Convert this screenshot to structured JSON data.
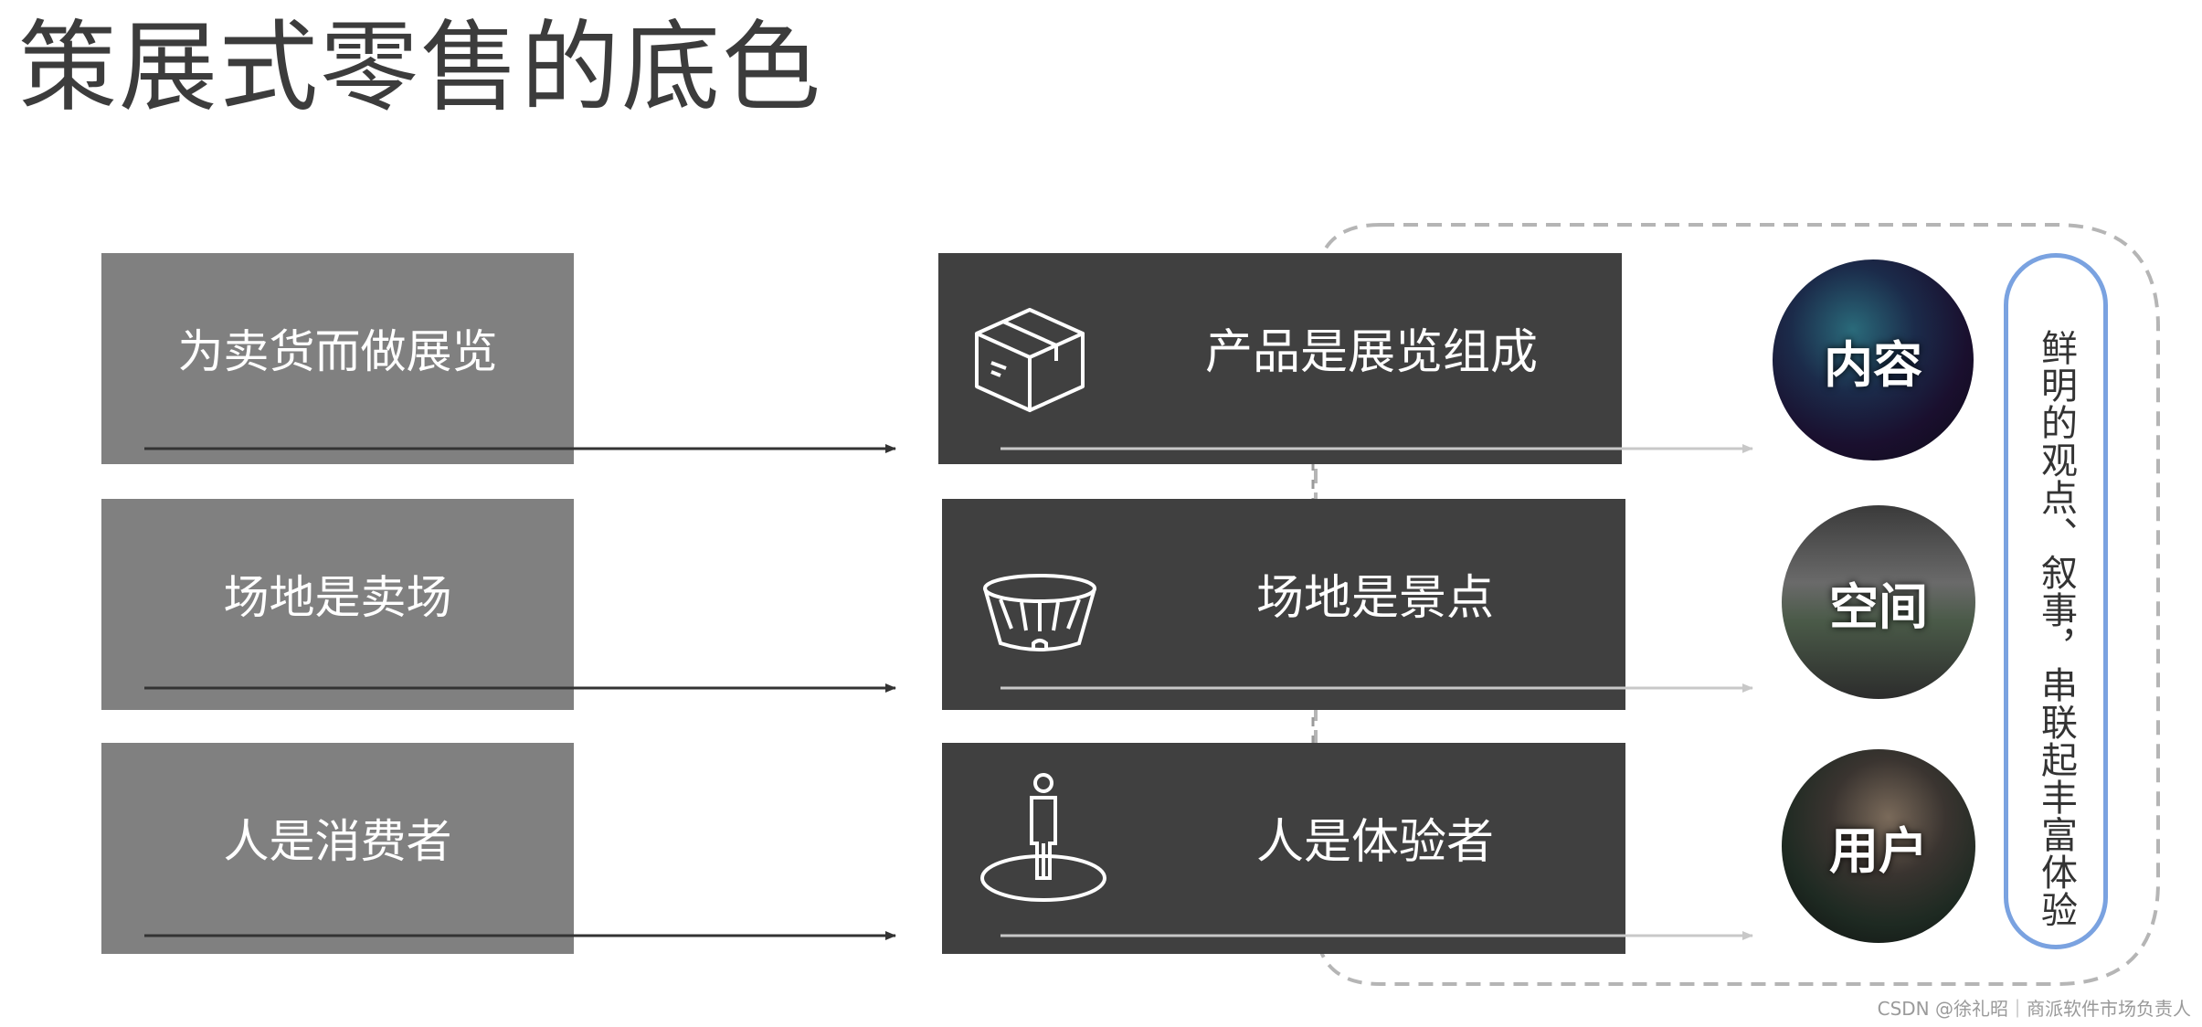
{
  "title": "策展式零售的底色",
  "left_boxes": [
    {
      "label": "为卖货而做展览"
    },
    {
      "label": "场地是卖场"
    },
    {
      "label": "人是消费者"
    }
  ],
  "mid_boxes": [
    {
      "label": "产品是展览组成",
      "icon": "box-icon"
    },
    {
      "label": "场地是景点",
      "icon": "stadium-icon"
    },
    {
      "label": "人是体验者",
      "icon": "person-spot-icon"
    }
  ],
  "circles": [
    {
      "label": "内容"
    },
    {
      "label": "空间"
    },
    {
      "label": "用户"
    }
  ],
  "side_note": "鲜明的观点、叙事，串联起丰富体验",
  "watermark": "CSDN @徐礼昭｜商派软件市场负责人",
  "colors": {
    "left_box": "#808080",
    "mid_box": "#404040",
    "arrow_dark": "#333333",
    "arrow_light": "#c8c8c8",
    "pill_border": "#7aa2e0",
    "dashed_border": "#b5b5b5"
  }
}
